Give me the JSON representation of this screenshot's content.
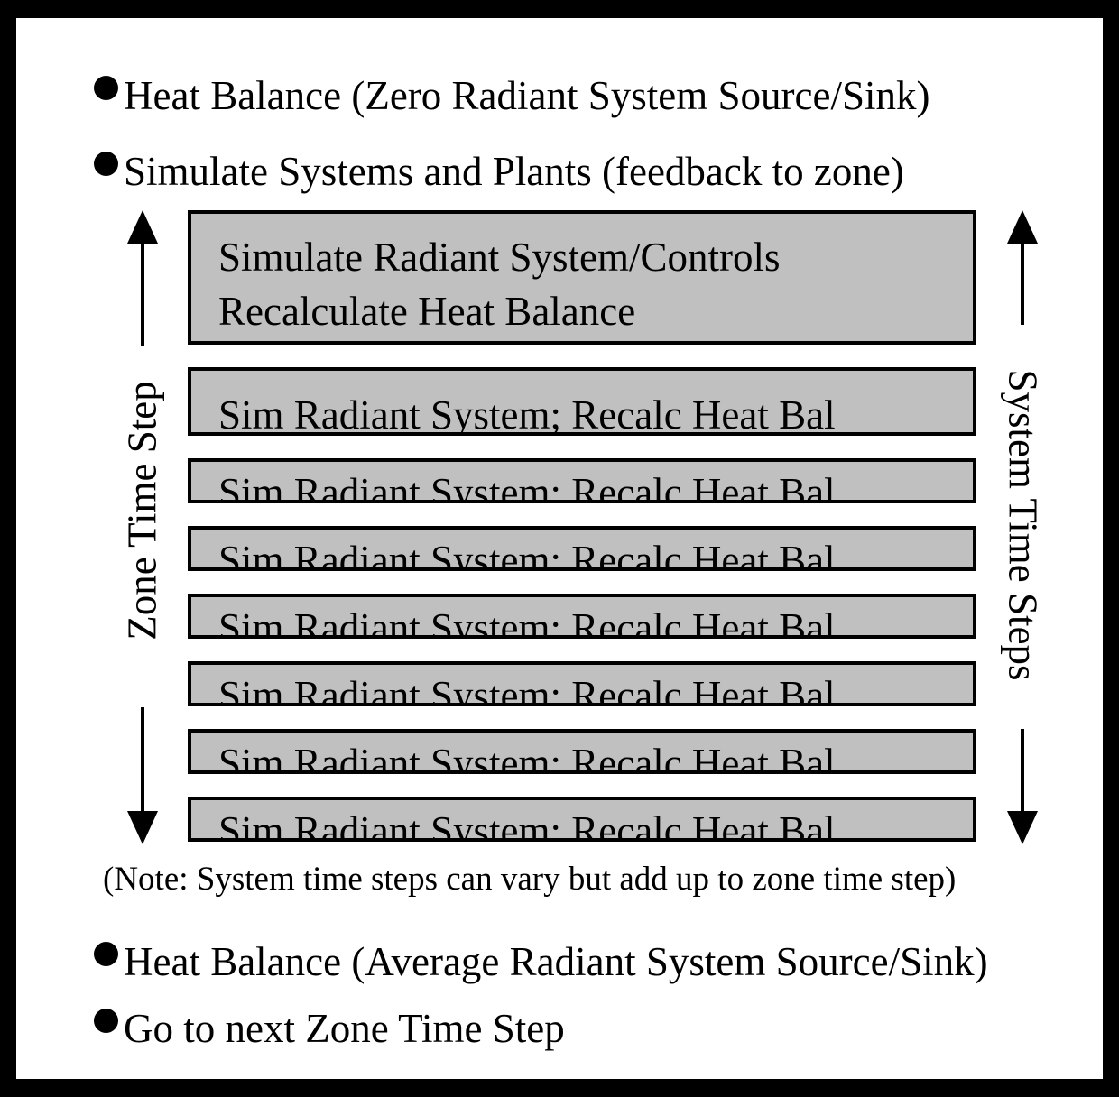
{
  "bullets_top": [
    "Heat Balance (Zero Radiant System Source/Sink)",
    "Simulate Systems and Plants (feedback to zone)"
  ],
  "main_box": {
    "line1": "Simulate Radiant System/Controls",
    "line2": "Recalculate Heat Balance"
  },
  "step_boxes": [
    "Sim Radiant System; Recalc Heat Bal",
    "Sim Radiant System; Recalc Heat Bal",
    "Sim Radiant System; Recalc Heat Bal",
    "Sim Radiant System; Recalc Heat Bal",
    "Sim Radiant System; Recalc Heat Bal",
    "Sim Radiant System; Recalc Heat Bal",
    "Sim Radiant System; Recalc Heat Bal"
  ],
  "left_label": "Zone Time Step",
  "right_label": "System Time Steps",
  "note": "(Note: System time steps can vary but add up to zone time step)",
  "bullets_bottom": [
    "Heat Balance (Average Radiant System Source/Sink)",
    "Go to next Zone Time Step"
  ],
  "colors": {
    "box_fill": "#c0c0c0",
    "frame": "#000000"
  }
}
